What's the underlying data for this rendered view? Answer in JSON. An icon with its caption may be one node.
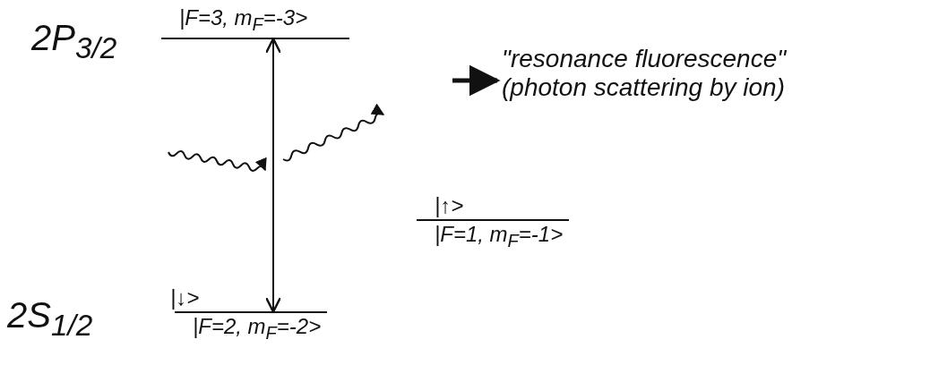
{
  "diagram": {
    "nodes": [
      {
        "text": [
          "|F=3, m$_{F}$=-3>"
        ],
        "beside": [
          "2P$_{3/2}$"
        ]
      },
      {
        "text": [
          "|↓>",
          "|F=2, m$_{F}$=-2>"
        ],
        "beside": [
          "2S$_{1/2}$"
        ]
      },
      {
        "text": [
          "|↑>",
          "|F=1, m$_{F}$=-1>"
        ]
      },
      {
        "text": [
          "\"resonance fluorescence\" (photon scattering by ion)"
        ]
      }
    ],
    "edges": [
      {
        "from": 0,
        "to": 1,
        "arrow": "both"
      },
      {
        "from": null,
        "to": 3,
        "arrow": "to",
        "style": "thick"
      }
    ]
  }
}
